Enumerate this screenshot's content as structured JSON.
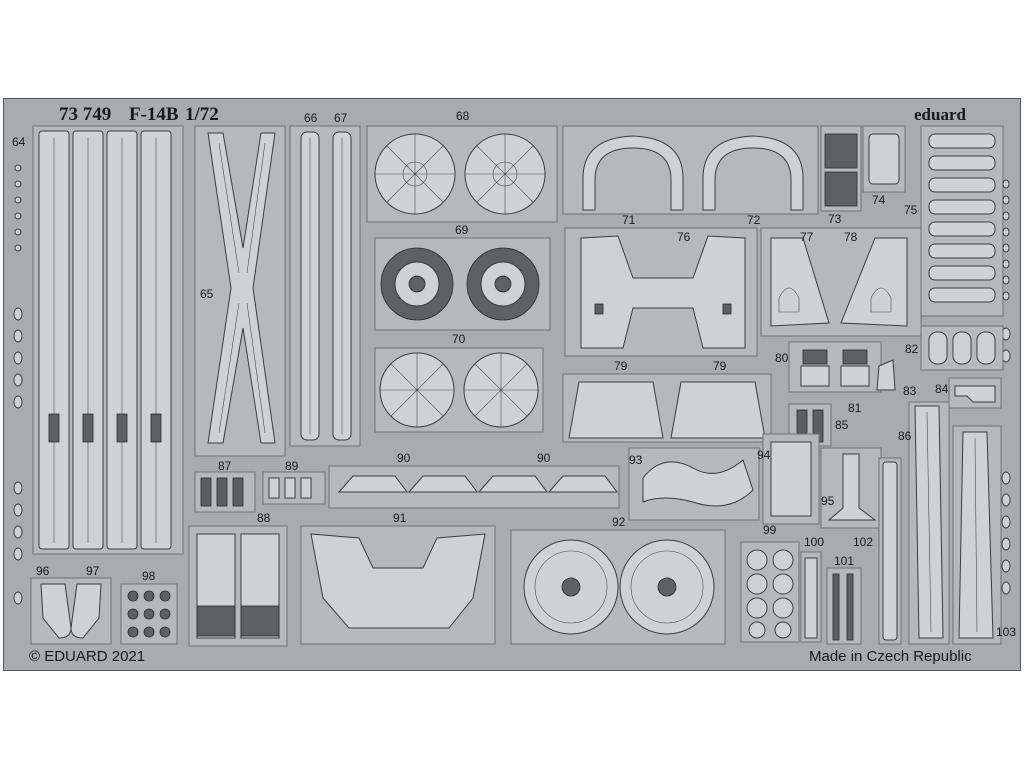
{
  "sheet": {
    "catalog_number": "73 749",
    "model": "F-14B",
    "scale": "1/72",
    "brand": "eduard",
    "copyright": "© EDUARD 2021",
    "origin": "Made in Czech Republic"
  },
  "part_numbers": {
    "p64": "64",
    "p65": "65",
    "p66": "66",
    "p67": "67",
    "p68": "68",
    "p69": "69",
    "p70": "70",
    "p71": "71",
    "p72": "72",
    "p73": "73",
    "p74": "74",
    "p75": "75",
    "p76": "76",
    "p77": "77",
    "p78": "78",
    "p79a": "79",
    "p79b": "79",
    "p80": "80",
    "p81": "81",
    "p82": "82",
    "p83": "83",
    "p84": "84",
    "p85": "85",
    "p86": "86",
    "p87": "87",
    "p88": "88",
    "p89": "89",
    "p90a": "90",
    "p90b": "90",
    "p91": "91",
    "p92": "92",
    "p93": "93",
    "p94": "94",
    "p95": "95",
    "p96": "96",
    "p97": "97",
    "p98": "98",
    "p99": "99",
    "p100": "100",
    "p101": "101",
    "p102": "102",
    "p103": "103"
  },
  "colors": {
    "fret": "#a9acaf",
    "panel": "#b6b9bc",
    "part": "#cfd2d5",
    "ink": "#1a1a1a"
  }
}
